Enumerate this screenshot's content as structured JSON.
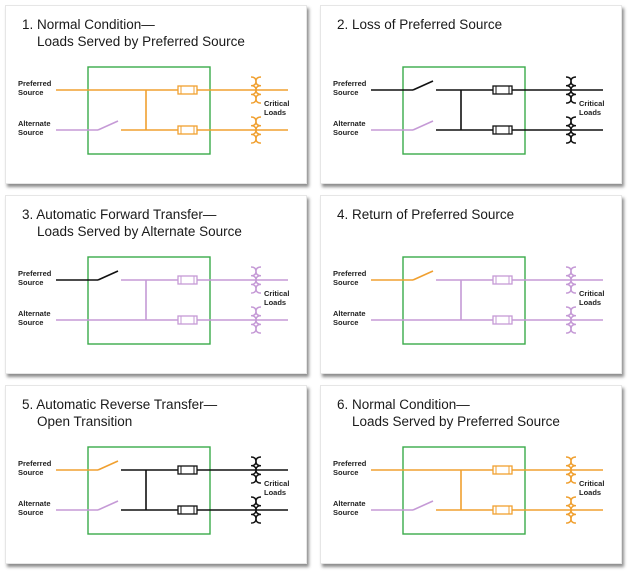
{
  "colors": {
    "preferred": "#f0a030",
    "alternate": "#c59ad6",
    "dead": "#111111",
    "enclosure": "#3aaa4a"
  },
  "labels": {
    "preferred_source": [
      "Preferred",
      "Source"
    ],
    "alternate_source": [
      "Alternate",
      "Source"
    ],
    "critical_loads": [
      "Critical",
      "Loads"
    ]
  },
  "panels": [
    {
      "title_line1": "1. Normal Condition—",
      "title_line2": "Loads Served by Preferred Source",
      "preferred_switch": "closed",
      "alternate_switch": "open",
      "preferred_in": "preferred",
      "alternate_in": "alternate",
      "bus": "preferred"
    },
    {
      "title_line1": "2. Loss of Preferred Source",
      "title_line2": "",
      "preferred_switch": "open",
      "alternate_switch": "open",
      "preferred_in": "dead",
      "alternate_in": "alternate",
      "bus": "dead"
    },
    {
      "title_line1": "3. Automatic Forward Transfer—",
      "title_line2": "Loads Served by Alternate Source",
      "preferred_switch": "open",
      "alternate_switch": "closed",
      "preferred_in": "dead",
      "alternate_in": "alternate",
      "bus": "alternate"
    },
    {
      "title_line1": "4. Return of Preferred Source",
      "title_line2": "",
      "preferred_switch": "open",
      "alternate_switch": "closed",
      "preferred_in": "preferred",
      "alternate_in": "alternate",
      "bus": "alternate"
    },
    {
      "title_line1": "5. Automatic Reverse Transfer—",
      "title_line2": "Open Transition",
      "preferred_switch": "open",
      "alternate_switch": "open",
      "preferred_in": "preferred",
      "alternate_in": "alternate",
      "bus": "dead"
    },
    {
      "title_line1": "6. Normal Condition—",
      "title_line2": "Loads Served by Preferred Source",
      "preferred_switch": "closed",
      "alternate_switch": "open",
      "preferred_in": "preferred",
      "alternate_in": "alternate",
      "bus": "preferred"
    }
  ]
}
